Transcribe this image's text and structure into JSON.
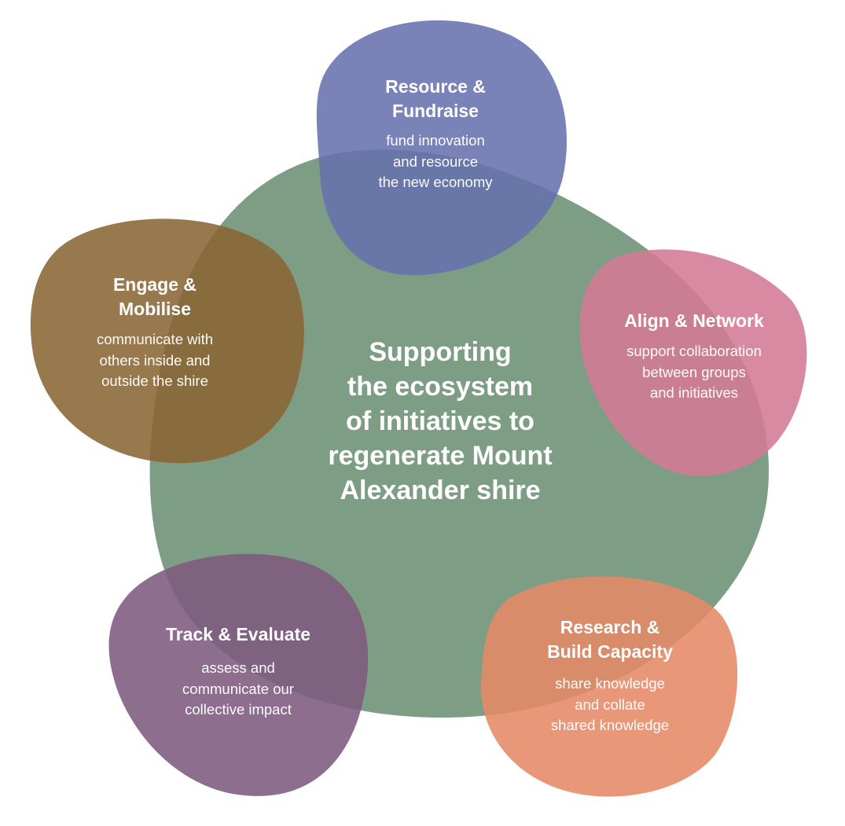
{
  "center": {
    "text": "Supporting\nthe ecosystem\nof initiatives to\nregenerate Mount\nAlexander shire",
    "color": "#7d9e84"
  },
  "petals": [
    {
      "title": "Resource &\nFundraise",
      "desc": "fund innovation\nand resource\nthe new economy",
      "color": "#6672ad"
    },
    {
      "title": "Align & Network",
      "desc": "support collaboration\nbetween groups\nand initiatives",
      "color": "#d47a96"
    },
    {
      "title": "Research &\nBuild Capacity",
      "desc": "share knowledge\nand collate\nshared knowledge",
      "color": "#e58a66"
    },
    {
      "title": "Track & Evaluate",
      "desc": "assess and\ncommunicate our\ncollective impact",
      "color": "#7e5a80"
    },
    {
      "title": "Engage &\nMobilise",
      "desc": "communicate with\nothers inside and\noutside the shire",
      "color": "#8a6534"
    }
  ]
}
